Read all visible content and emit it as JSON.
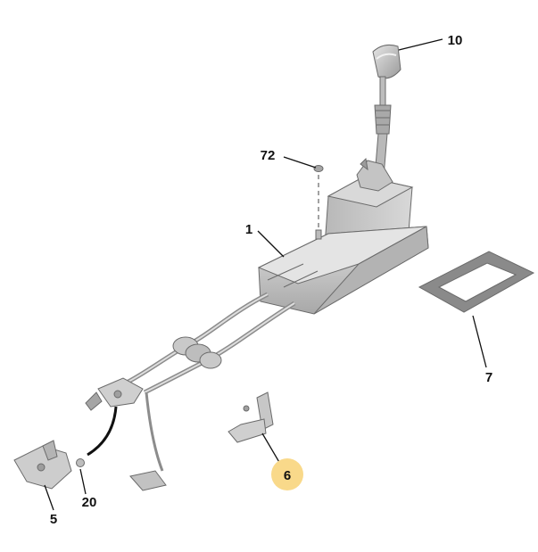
{
  "diagram": {
    "callouts": [
      {
        "id": "10",
        "label": "10",
        "highlighted": false
      },
      {
        "id": "72",
        "label": "72",
        "highlighted": false
      },
      {
        "id": "1",
        "label": "1",
        "highlighted": false
      },
      {
        "id": "7",
        "label": "7",
        "highlighted": false
      },
      {
        "id": "6",
        "label": "6",
        "highlighted": true
      },
      {
        "id": "20",
        "label": "20",
        "highlighted": false
      },
      {
        "id": "5",
        "label": "5",
        "highlighted": false
      }
    ],
    "highlight_color": "#f9d98a",
    "part_color": "#c8c8c8",
    "line_color": "#111111"
  }
}
